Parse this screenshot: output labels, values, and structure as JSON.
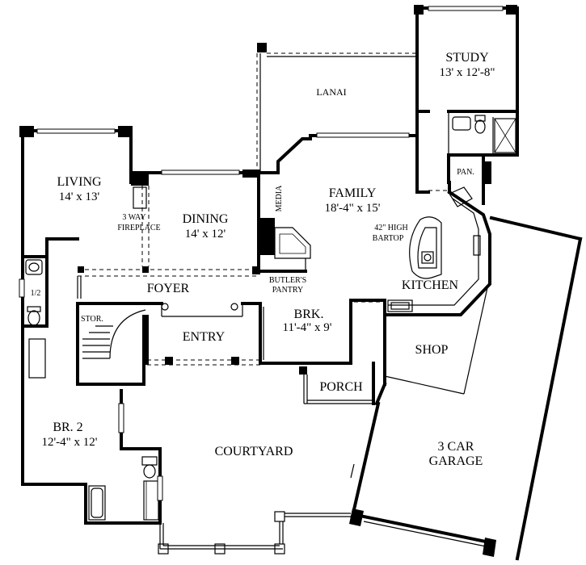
{
  "rooms": {
    "study": {
      "name": "STUDY",
      "dims": "13' x 12'-8\""
    },
    "lanai": {
      "name": "LANAI"
    },
    "living": {
      "name": "LIVING",
      "dims": "14' x 13'"
    },
    "dining": {
      "name": "DINING",
      "dims": "14' x 12'"
    },
    "family": {
      "name": "FAMILY",
      "dims": "18'-4\" x 15'"
    },
    "pantry": {
      "name": "PAN."
    },
    "fireplace": {
      "line1": "3 WAY",
      "line2": "FIREPLACE"
    },
    "media": {
      "name": "MEDIA"
    },
    "bartop": {
      "line1": "42\" HIGH",
      "line2": "BARTOP"
    },
    "foyer": {
      "name": "FOYER"
    },
    "butlers": {
      "line1": "BUTLER'S",
      "line2": "PANTRY"
    },
    "kitchen": {
      "name": "KITCHEN"
    },
    "half_bath": {
      "name": "1/2"
    },
    "storage": {
      "name": "STOR."
    },
    "entry": {
      "name": "ENTRY"
    },
    "breakfast": {
      "name": "BRK.",
      "dims": "11'-4\" x 9'"
    },
    "shop": {
      "name": "SHOP"
    },
    "porch": {
      "name": "PORCH"
    },
    "bedroom2": {
      "name": "BR. 2",
      "dims": "12'-4\" x 12'"
    },
    "courtyard": {
      "name": "COURTYARD"
    },
    "garage": {
      "line1": "3 CAR",
      "line2": "GARAGE"
    }
  }
}
